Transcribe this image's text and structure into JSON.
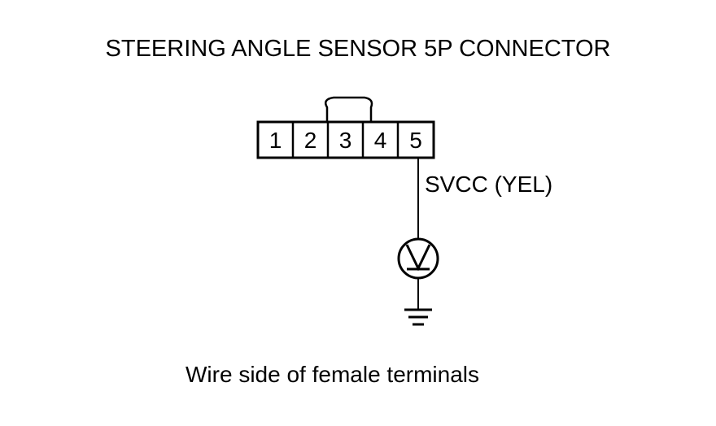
{
  "title": "STEERING ANGLE SENSOR 5P CONNECTOR",
  "connector": {
    "pins": [
      "1",
      "2",
      "3",
      "4",
      "5"
    ]
  },
  "wire": {
    "label": "SVCC (YEL)"
  },
  "meter": {
    "symbol": "V"
  },
  "footer": "Wire side of female terminals"
}
